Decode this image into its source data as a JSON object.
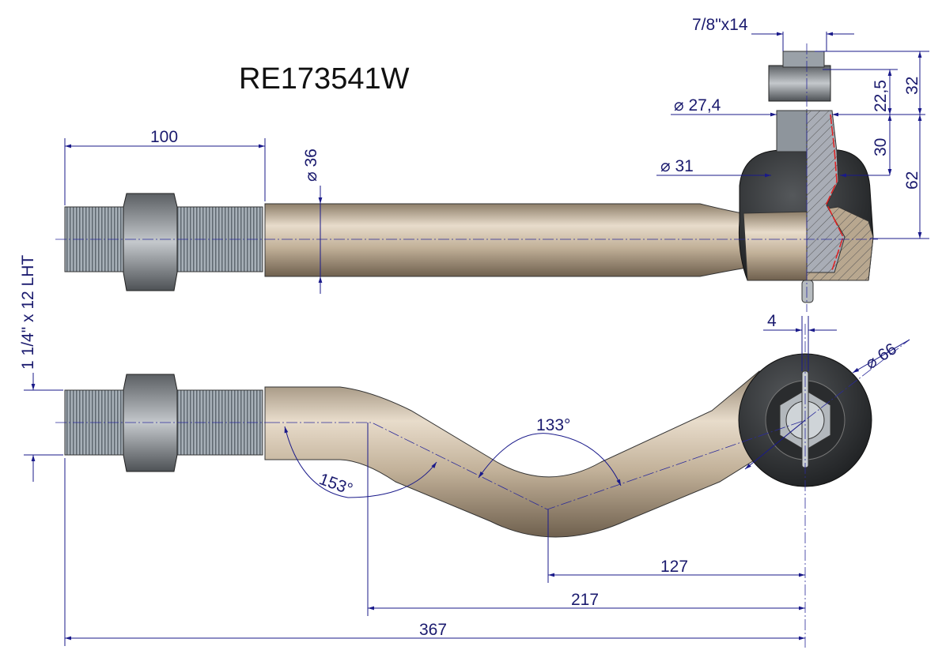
{
  "title": "RE173541W",
  "dimensions": {
    "thread_length": "100",
    "rod_diameter": "⌀ 36",
    "thread_spec": "1 1/4\" x 12 LHT",
    "stud_thread": "7/8\"x14",
    "stud_diameter": "⌀ 27,4",
    "taper_diameter": "⌀ 31",
    "nut_height": "22,5",
    "stud_length": "32",
    "taper_length": "30",
    "head_height": "62",
    "pin_width": "4",
    "head_diameter": "⌀ 66",
    "angle_1": "133°",
    "angle_2": "153°",
    "offset_1": "127",
    "offset_2": "217",
    "overall_length": "367"
  },
  "colors": {
    "dimension": "#1a1a8a",
    "rod": "#c8b79e",
    "thread": "#9aa3ab",
    "nut": "#7e8387",
    "rubber": "#2f3133",
    "section": "#e02020"
  }
}
